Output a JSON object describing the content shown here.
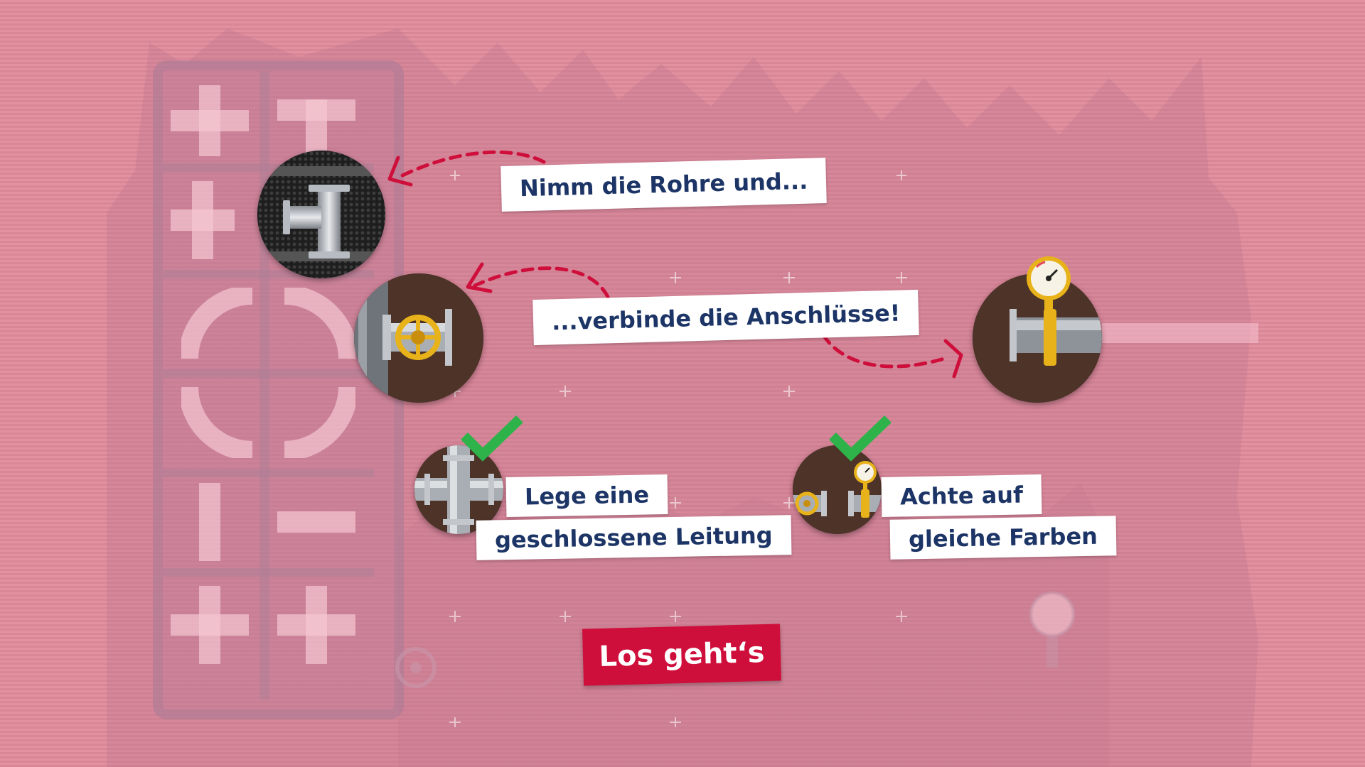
{
  "tutorial": {
    "step1_text": "Nimm die Rohre und...",
    "step2_text": "...verbinde die Anschlüsse!",
    "rule1_line1": "Lege eine",
    "rule1_line2": "geschlossene Leitung",
    "rule2_line1": "Achte auf",
    "rule2_line2": "gleiche Farben",
    "start_label": "Los geht‘s"
  },
  "colors": {
    "background": "#e08b9b",
    "label_text": "#1d3566",
    "start_button": "#cf0f3b",
    "arrow": "#cf0f3b",
    "check": "#2db34a",
    "valve_gold": "#e8b21a"
  }
}
